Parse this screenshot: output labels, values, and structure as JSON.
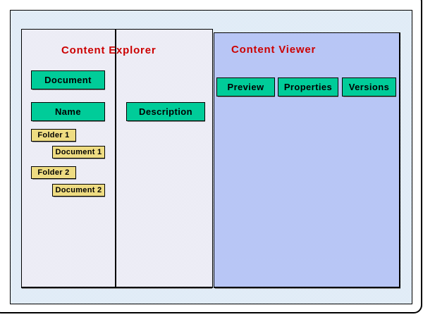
{
  "diagram": {
    "explorer": {
      "title": "Content Explorer",
      "buttons": {
        "document": "Document",
        "name": "Name",
        "description": "Description"
      },
      "tree": {
        "folder1": "Folder 1",
        "document1": "Document 1",
        "folder2": "Folder 2",
        "document2": "Document 2"
      }
    },
    "viewer": {
      "title": "Content Viewer",
      "buttons": {
        "preview": "Preview",
        "properties": "Properties",
        "versions": "Versions"
      }
    },
    "colors": {
      "title_red": "#cc0000",
      "button_green": "#00cc99",
      "tree_button_tan": "#eedc82",
      "viewer_panel_blue": "#b7c5f2",
      "explorer_panel_lavender": "#ececf5",
      "slide_background_blue": "#dfeaf5"
    }
  }
}
